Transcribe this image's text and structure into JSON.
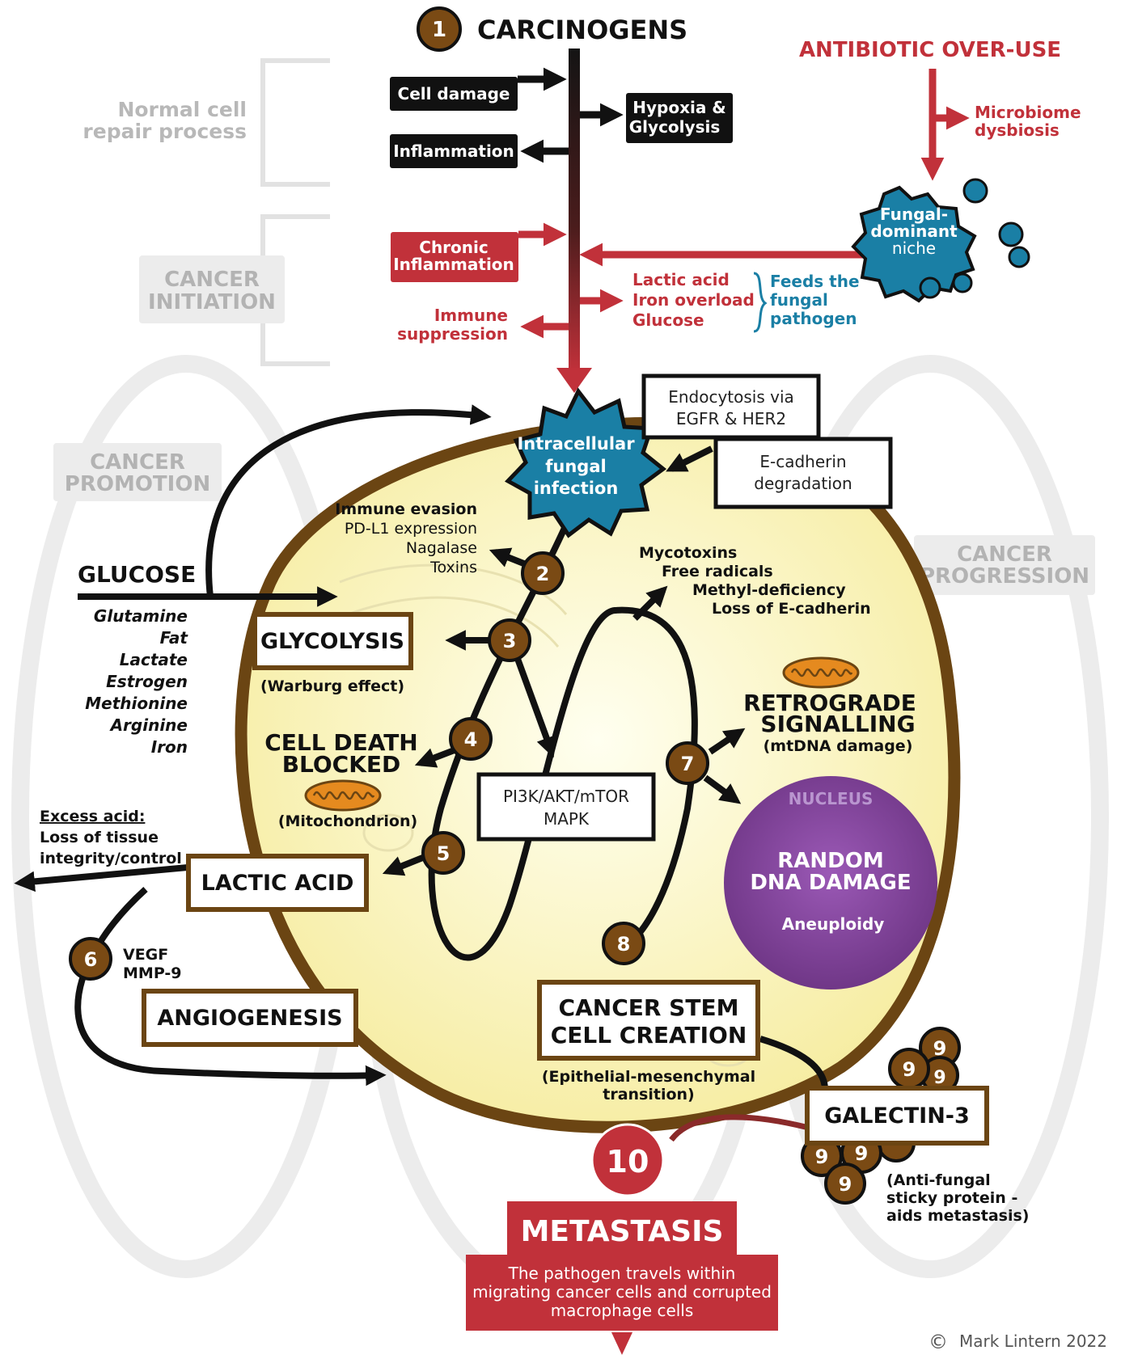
{
  "colors": {
    "red": "#c1313a",
    "blue": "#1a7fa5",
    "brown": "#6b4513",
    "cell_fill": "#fbf5c2",
    "purple": "#7d3c98",
    "grey": "#c8c8c8"
  },
  "header": {
    "step1_number": "1",
    "carcinogens": "CARCINOGENS",
    "antibiotic": "ANTIBIOTIC OVER-USE",
    "microbiome_1": "Microbiome",
    "microbiome_2": "dysbiosis",
    "fungal_niche_1": "Fungal-",
    "fungal_niche_2": "dominant",
    "fungal_niche_3": "niche"
  },
  "stages": {
    "normal_1": "Normal cell",
    "normal_2": "repair process",
    "initiation_1": "CANCER",
    "initiation_2": "INITIATION",
    "promotion_1": "CANCER",
    "promotion_2": "PROMOTION",
    "progression_1": "CANCER",
    "progression_2": "PROGRESSION"
  },
  "top_boxes": {
    "cell_damage": "Cell damage",
    "inflammation": "Inflammation",
    "hypoxia_1": "Hypoxia &",
    "hypoxia_2": "Glycolysis",
    "chronic_1": "Chronic",
    "chronic_2": "Inflammation",
    "immune_1": "Immune",
    "immune_2": "suppression",
    "feeds_list_1": "Lactic acid",
    "feeds_list_2": "Iron overload",
    "feeds_list_3": "Glucose",
    "feeds_1": "Feeds the",
    "feeds_2": "fungal",
    "feeds_3": "pathogen"
  },
  "infection": {
    "line1": "Intracellular",
    "line2": "fungal",
    "line3": "infection",
    "endocytosis_1": "Endocytosis via",
    "endocytosis_2": "EGFR & HER2",
    "ecad_1": "E-cadherin",
    "ecad_2": "degradation"
  },
  "glucose": {
    "title": "GLUCOSE",
    "items": [
      "Glutamine",
      "Fat",
      "Lactate",
      "Estrogen",
      "Methionine",
      "Arginine",
      "Iron"
    ]
  },
  "steps": {
    "s2": "2",
    "s3": "3",
    "s4": "4",
    "s5": "5",
    "s6": "6",
    "s7": "7",
    "s8": "8",
    "s9": "9",
    "s10": "10"
  },
  "step2_effects": [
    "Immune evasion",
    "PD-L1 expression",
    "Nagalase",
    "Toxins"
  ],
  "glycolysis": {
    "title": "GLYCOLYSIS",
    "sub": "(Warburg effect)"
  },
  "cell_death": {
    "line1": "CELL DEATH",
    "line2": "BLOCKED",
    "sub": "(Mitochondrion)"
  },
  "pathway": {
    "line1": "PI3K/AKT/mTOR",
    "line2": "MAPK"
  },
  "mycotoxins": [
    "Mycotoxins",
    "Free radicals",
    "Methyl-deficiency",
    "Loss of E-cadherin"
  ],
  "retrograde": {
    "line1": "RETROGRADE",
    "line2": "SIGNALLING",
    "sub": "(mtDNA damage)"
  },
  "nucleus": {
    "label": "NUCLEUS",
    "line1": "RANDOM",
    "line2": "DNA DAMAGE",
    "sub": "Aneuploidy"
  },
  "excess_acid": {
    "title": "Excess acid:",
    "line1": "Loss of tissue",
    "line2": "integrity/control"
  },
  "lactic_acid": "LACTIC ACID",
  "vegf": {
    "line1": "VEGF",
    "line2": "MMP-9"
  },
  "angiogenesis": "ANGIOGENESIS",
  "stem_cell": {
    "line1": "CANCER STEM",
    "line2": "CELL CREATION",
    "sub1": "(Epithelial-mesenchymal",
    "sub2": "transition)"
  },
  "galectin": {
    "title": "GALECTIN-3",
    "sub1": "(Anti-fungal",
    "sub2": "sticky protein -",
    "sub3": "aids metastasis)"
  },
  "metastasis": {
    "title": "METASTASIS",
    "line1": "The pathogen travels within",
    "line2": "migrating cancer cells and corrupted",
    "line3": "macrophage cells"
  },
  "copyright": "Mark Lintern 2022",
  "copyright_symbol": "©"
}
